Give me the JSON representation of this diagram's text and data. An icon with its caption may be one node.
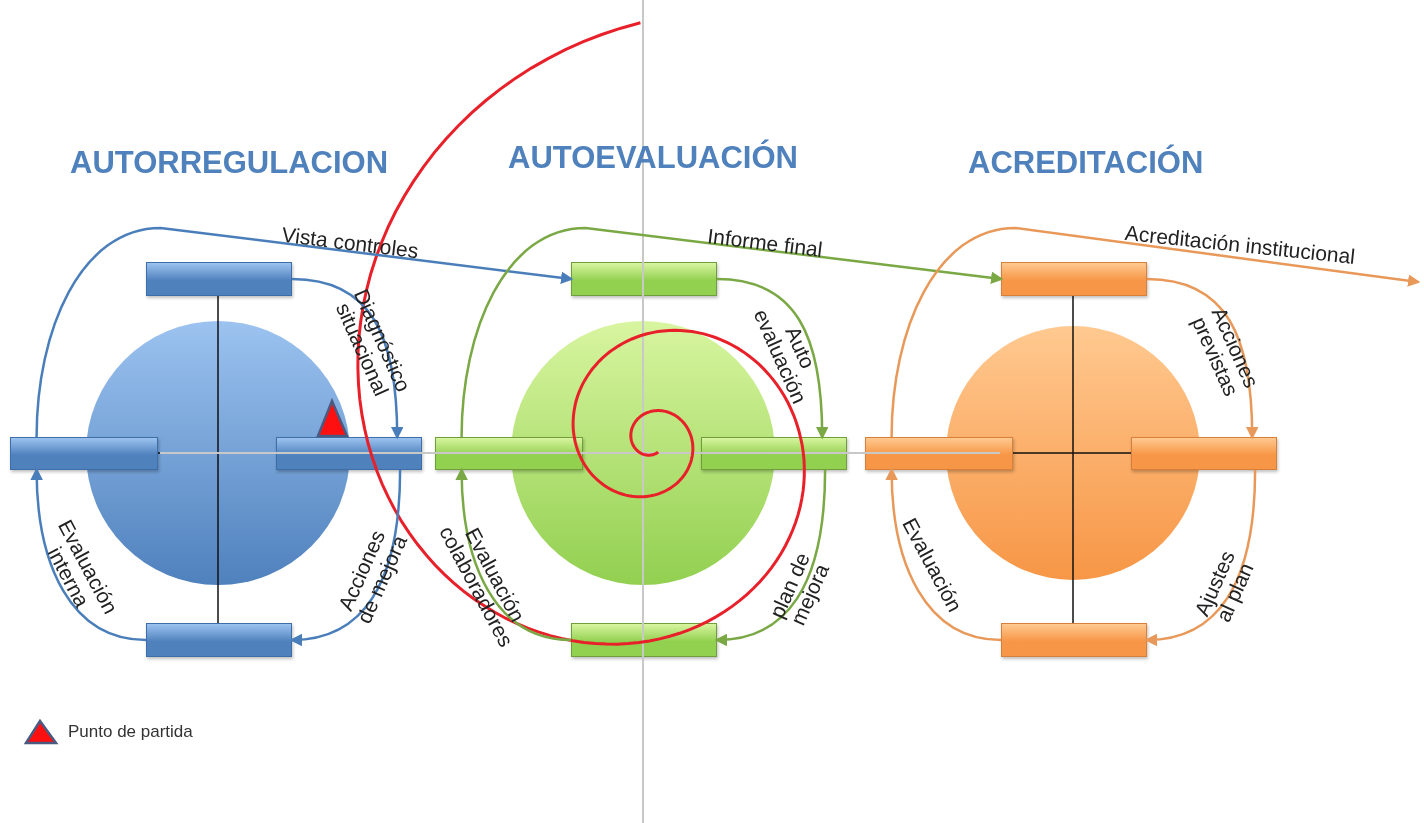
{
  "diagram": {
    "nodes": [
      {
        "text": [],
        "shape": "bar"
      },
      {
        "text": [],
        "shape": "bar"
      },
      {
        "text": [],
        "shape": "bar"
      },
      {
        "text": [],
        "shape": "bar"
      },
      {
        "text": [],
        "shape": "bar"
      },
      {
        "text": [],
        "shape": "bar"
      },
      {
        "text": [],
        "shape": "bar"
      },
      {
        "text": [],
        "shape": "bar"
      },
      {
        "text": [],
        "shape": "bar"
      },
      {
        "text": [],
        "shape": "bar"
      },
      {
        "text": [],
        "shape": "bar"
      },
      {
        "text": [],
        "shape": "bar"
      }
    ],
    "edges": [
      {
        "from": 0,
        "to": 2,
        "arrow": "to",
        "label": "Diagnóstico situacional",
        "color": "#4a7ebb"
      },
      {
        "from": 2,
        "to": 3,
        "arrow": "to",
        "label": "Acciones de mejora",
        "color": "#4a7ebb"
      },
      {
        "from": 3,
        "to": 1,
        "arrow": "to",
        "label": "Evaluación interna",
        "color": "#4a7ebb"
      },
      {
        "from": 1,
        "to": 4,
        "arrow": "to",
        "label": "Vista controles",
        "color": "#4a7ebb"
      },
      {
        "from": 4,
        "to": 6,
        "arrow": "to",
        "label": "Auto evaluación",
        "color": "#7aa845"
      },
      {
        "from": 6,
        "to": 7,
        "arrow": "to",
        "label": "plan de mejora",
        "color": "#7aa845"
      },
      {
        "from": 7,
        "to": 5,
        "arrow": "to",
        "label": "Evaluación colaboradores",
        "color": "#7aa845"
      },
      {
        "from": 5,
        "to": 8,
        "arrow": "to",
        "label": "Informe final",
        "color": "#7aa845"
      },
      {
        "from": 8,
        "to": 10,
        "arrow": "to",
        "label": "Acciones previstas",
        "color": "#e8995a"
      },
      {
        "from": 10,
        "to": 11,
        "arrow": "to",
        "label": "Ajustes al plan",
        "color": "#e8995a"
      },
      {
        "from": 11,
        "to": 9,
        "arrow": "to",
        "label": "Evaluación",
        "color": "#e8995a"
      },
      {
        "from": 9,
        "to": null,
        "arrow": "to",
        "label": "Acreditación institucional",
        "color": "#e8995a"
      }
    ],
    "labels": [
      "AUTORREGULACION",
      "AUTOEVALUACIÓN",
      "ACREDITACIÓN"
    ],
    "legend": [
      {
        "text": "Punto de partida"
      }
    ]
  }
}
